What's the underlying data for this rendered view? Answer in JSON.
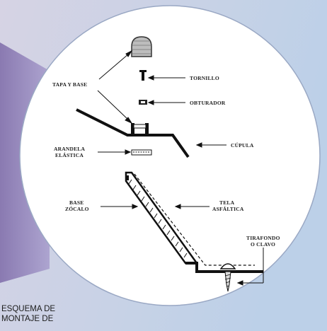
{
  "labels": {
    "tapa_y_base": "TAPA Y BASE",
    "tornillo": "TORNILLO",
    "obturador": "OBTURADOR",
    "cupula": "CÚPULA",
    "arandela_1": "ARANDELA",
    "arandela_2": "ELÁSTICA",
    "base_1": "BASE",
    "base_2": "ZÓCALO",
    "tela_1": "TELA",
    "tela_2": "ASFÁLTICA",
    "tirafondo_1": "TIRAFONDO",
    "tirafondo_2": "O CLAVO"
  },
  "caption": {
    "line1": "ESQUEMA DE",
    "line2": "MONTAJE DE"
  },
  "colors": {
    "background_left": "#d9d4e6",
    "purple_band": "#8a78b4",
    "circle_fill": "#ffffff",
    "ink": "#1a1a1a"
  }
}
